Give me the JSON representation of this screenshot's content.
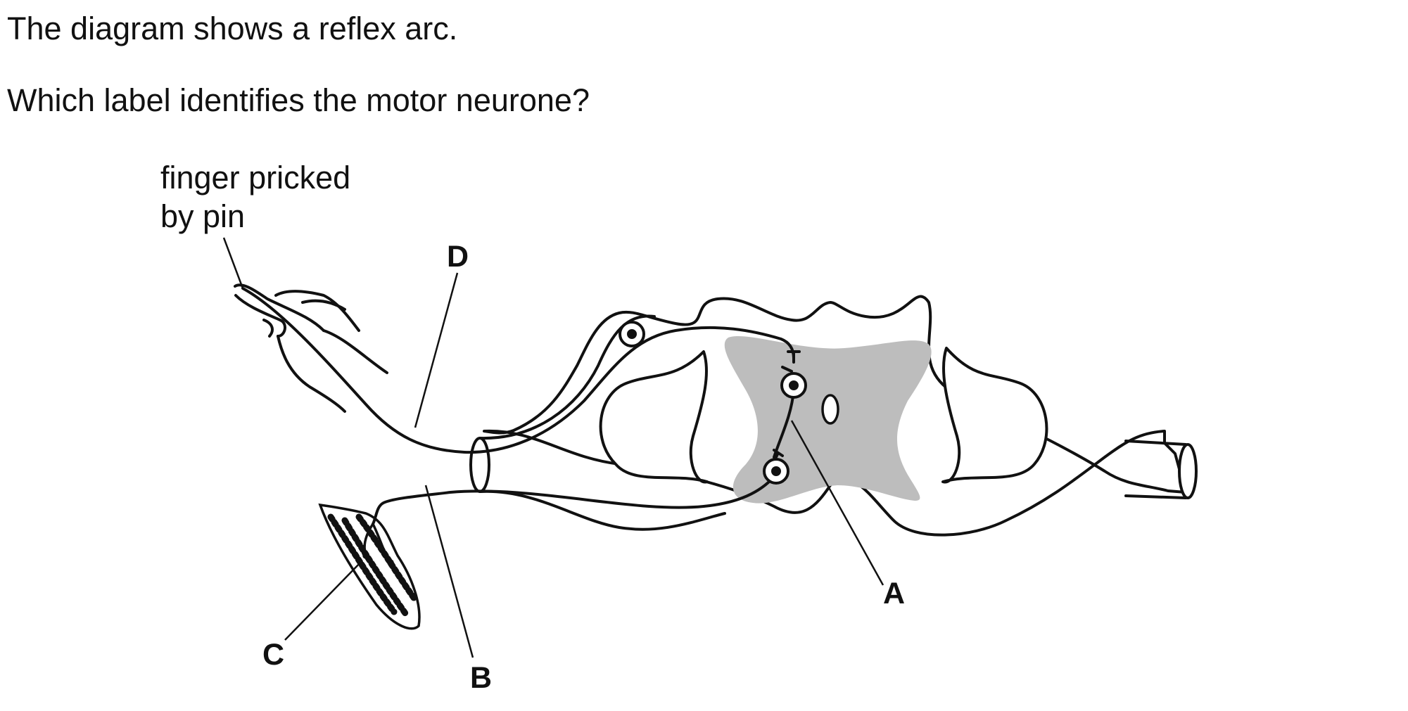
{
  "question": {
    "intro": "The diagram shows a reflex arc.",
    "prompt": "Which label identifies the motor neurone?"
  },
  "diagram": {
    "caption_line1": "finger pricked",
    "caption_line2": "by pin",
    "labels": {
      "A": "A",
      "B": "B",
      "C": "C",
      "D": "D"
    },
    "colors": {
      "outline": "#111111",
      "grey_matter": "#bdbdbd",
      "background": "#ffffff"
    }
  }
}
